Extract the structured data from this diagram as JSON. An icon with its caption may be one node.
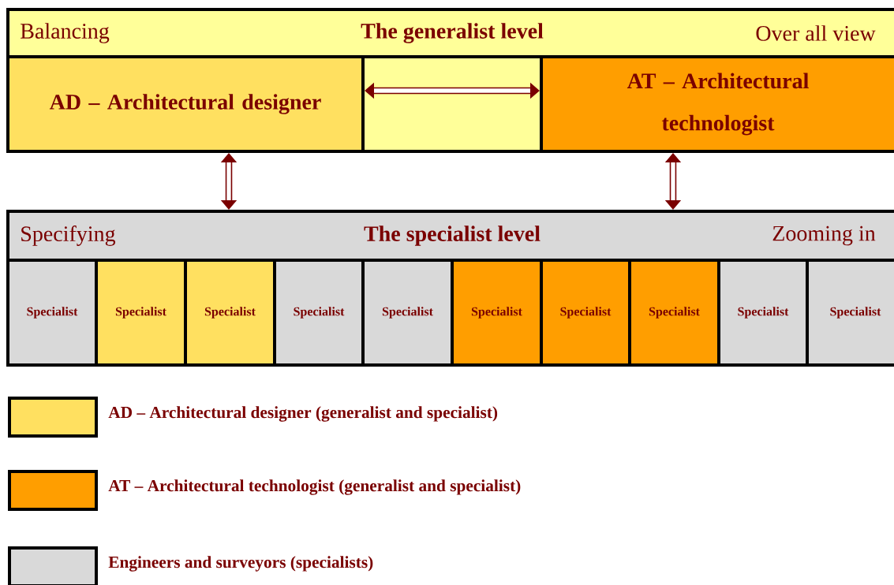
{
  "diagram": {
    "nodes": [
      {
        "text": [
          "Balancing",
          "The generalist level",
          "Over all view"
        ]
      },
      {
        "text": [
          "AD – Architectural designer"
        ]
      },
      {
        "text": [
          "AT – Architectural technologist"
        ]
      },
      {
        "text": [
          "Specifying",
          "The specialist level",
          "Zooming in"
        ]
      },
      {
        "text": [
          "Specialist"
        ]
      },
      {
        "text": [
          "Specialist"
        ]
      },
      {
        "text": [
          "Specialist"
        ]
      },
      {
        "text": [
          "Specialist"
        ]
      },
      {
        "text": [
          "Specialist"
        ]
      },
      {
        "text": [
          "Specialist"
        ]
      },
      {
        "text": [
          "Specialist"
        ]
      },
      {
        "text": [
          "Specialist"
        ]
      },
      {
        "text": [
          "Specialist"
        ]
      },
      {
        "text": [
          "Specialist"
        ]
      }
    ],
    "edges": [
      {
        "from": 1,
        "to": 2,
        "arrow": "both"
      },
      {
        "from": 1,
        "to": 3,
        "arrow": "both"
      },
      {
        "from": 2,
        "to": 3,
        "arrow": "both"
      }
    ],
    "legend": [
      {
        "text": "AD – Architectural designer (generalist and specialist)",
        "color": "#ffe060"
      },
      {
        "text": "AT – Architectural technologist (generalist and specialist)",
        "color": "#ff9e00"
      },
      {
        "text": "Engineers and surveyors (specialists)",
        "color": "#d9d9d9"
      }
    ]
  }
}
